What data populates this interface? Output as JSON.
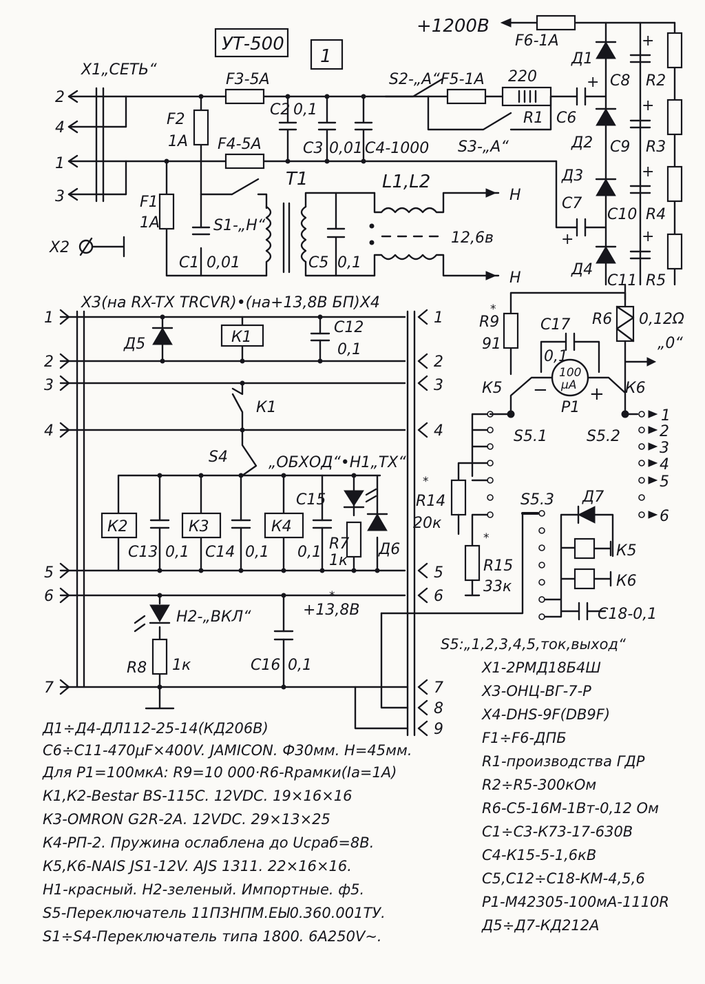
{
  "title": {
    "model": "УТ-500",
    "sheet": "1"
  },
  "outputs": {
    "hv": "+1200В",
    "zero": "„0“",
    "heater_a": "Н",
    "heater_b": "Н",
    "heater_v": "12,6в",
    "supply": "+13,8В"
  },
  "connectors": {
    "x1": "Х1„СЕТЬ“",
    "x2": "Х2",
    "x3x4": "Х3(на RX-TX TRCVR)•(на+13,8В БП)Х4",
    "x1_pins": [
      "2",
      "4",
      "1",
      "3"
    ],
    "x3_pins": [
      "1",
      "2",
      "3",
      "4",
      "5",
      "6",
      "7"
    ],
    "x4_pins": [
      "1",
      "2",
      "3",
      "4",
      "5",
      "6",
      "7",
      "8",
      "9"
    ]
  },
  "components": {
    "f1": "F1",
    "f1v": "1А",
    "f2": "F2",
    "f2v": "1А",
    "f3": "F3-5А",
    "f4": "F4-5А",
    "f5": "F5-1А",
    "f6": "F6-1А",
    "s1": "S1-„Н“",
    "s2": "S2-„А“",
    "s3": "S3-„А“",
    "s4": "S4",
    "s4_label": "„ОБХОД“•Н1„ТХ“",
    "t1": "T1",
    "l1l2": "L1,L2",
    "c1": "C1",
    "c1v": "0,01",
    "c2": "C2",
    "c2v": "0,1",
    "c3": "C3",
    "c3v": "0,01",
    "c4": "C4-1000",
    "c5": "C5",
    "c5v": "0,1",
    "c6": "C6",
    "c7": "C7",
    "c8": "C8",
    "c9": "C9",
    "c10": "C10",
    "c11": "C11",
    "c12": "C12",
    "c12v": "0,1",
    "c13": "C13",
    "c13v": "0,1",
    "c14": "C14",
    "c14v": "0,1",
    "c15": "C15",
    "c15v": "0,1",
    "c16": "C16",
    "c16v": "0,1",
    "c17": "C17",
    "c17v": "0,1",
    "c18": "C18-0,1",
    "r1": "R1",
    "r1v": "220",
    "r2": "R2",
    "r3": "R3",
    "r4": "R4",
    "r5": "R5",
    "r6": "R6",
    "r6v": "0,12Ω",
    "r7": "R7",
    "r7v": "1к",
    "r8": "R8",
    "r8v": "1к",
    "r9": "R9",
    "r9v": "91",
    "r14": "R14",
    "r14v": "20к",
    "r15": "R15",
    "r15v": "33к",
    "d1": "Д1",
    "d2": "Д2",
    "d3": "Д3",
    "d4": "Д4",
    "d5": "Д5",
    "d6": "Д6",
    "d7": "Д7",
    "k1": "К1",
    "k2": "К2",
    "k3": "К3",
    "k4": "К4",
    "k5": "К5",
    "k6": "К6",
    "h2": "Н2-„ВКЛ“",
    "p1": "P1",
    "p1_face": "100",
    "p1_unit": "μA",
    "s51": "S5.1",
    "s52": "S5.2",
    "s53": "S5.3",
    "s52_pos": [
      "1",
      "2",
      "3",
      "4",
      "5",
      "6"
    ],
    "plus": "+",
    "minus": "−",
    "star": "*"
  },
  "notes_left": [
    "Д1÷Д4-ДЛ112-25-14(КД206В)",
    "С6÷С11-470μF×400V. JAMICON. Ф30мм. Н=45мм.",
    "Для Р1=100мкА: R9=10 000·R6-Rрамки(Iа=1А)",
    "К1,К2-Bestar BS-115C. 12VDC. 19×16×16",
    "К3-OMRON G2R-2A. 12VDC. 29×13×25",
    "К4-РП-2. Пружина ослаблена до Uсраб=8В.",
    "К5,К6-NAIS JS1-12V. AJS 1311. 22×16×16.",
    "Н1-красный. Н2-зеленый. Импортные. ф5.",
    "S5-Переключатель 11П3НПМ.ЕЫ0.360.001ТУ.",
    "S1÷S4-Переключатель типа 1800. 6А250V~."
  ],
  "notes_right": [
    "S5:„1,2,3,4,5,ток,выход“",
    "Х1-2РМД18Б4Ш",
    "Х3-ОНЦ-ВГ-7-Р",
    "Х4-DHS-9F(DB9F)",
    "F1÷F6-ДПБ",
    "R1-производства ГДР",
    "R2÷R5-300кОм",
    "R6-С5-16М-1Вт-0,12 Ом",
    "С1÷С3-К73-17-630В",
    "С4-К15-5-1,6кВ",
    "С5,С12÷С18-КМ-4,5,6",
    "Р1-М42305-100мА-1110R",
    "Д5÷Д7-КД212А"
  ]
}
